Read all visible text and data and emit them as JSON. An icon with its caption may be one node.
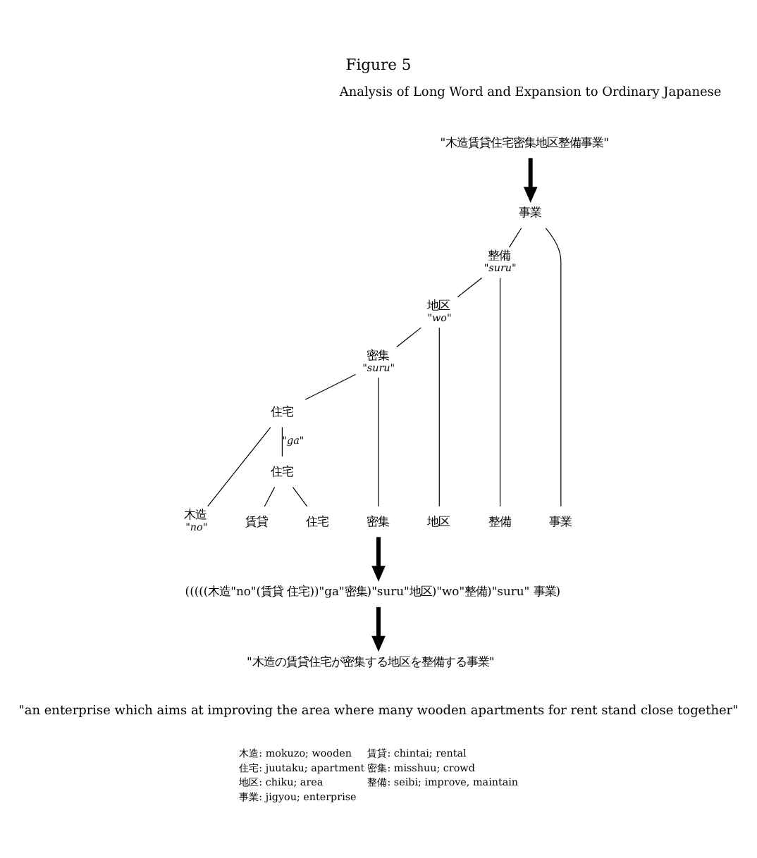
{
  "diagram": {
    "title": "Figure 5",
    "nodes": [
      {
        "text": [
          "\"木造賃貸住宅密集地区整備事業\""
        ]
      },
      {
        "text": [
          "事業"
        ]
      },
      {
        "text": [
          "整備"
        ],
        "beside": [
          "\"suru\""
        ]
      },
      {
        "text": [
          "地区"
        ],
        "beside": [
          "\"wo\""
        ]
      },
      {
        "text": [
          "密集"
        ],
        "beside": [
          "\"suru\""
        ]
      },
      {
        "text": [
          "住宅"
        ]
      },
      {
        "text": [
          "住宅"
        ]
      },
      {
        "text": [
          "木造"
        ],
        "beside": [
          "\"no\""
        ]
      },
      {
        "text": [
          "賃貸"
        ]
      },
      {
        "text": [
          "住宅"
        ]
      },
      {
        "text": [
          "密集"
        ]
      },
      {
        "text": [
          "地区"
        ]
      },
      {
        "text": [
          "整備"
        ]
      },
      {
        "text": [
          "事業"
        ]
      },
      {
        "text": [
          "(((((木造\"no\"(賃貸 住宅))\"ga\"密集)\"suru\"地区)\"wo\"整備)\"suru\" 事業)"
        ]
      },
      {
        "text": [
          "\"木造の賃貸住宅が密集する地区を整備する事業\""
        ]
      }
    ],
    "edges": [
      {
        "from": 0,
        "to": 1,
        "arrow": "to",
        "style": "thick"
      },
      {
        "from": 1,
        "to": 2,
        "arrow": "none"
      },
      {
        "from": 1,
        "to": 13,
        "arrow": "none"
      },
      {
        "from": 2,
        "to": 3,
        "arrow": "none"
      },
      {
        "from": 2,
        "to": 12,
        "arrow": "none"
      },
      {
        "from": 3,
        "to": 4,
        "arrow": "none"
      },
      {
        "from": 3,
        "to": 11,
        "arrow": "none"
      },
      {
        "from": 4,
        "to": 5,
        "arrow": "none"
      },
      {
        "from": 4,
        "to": 10,
        "arrow": "none"
      },
      {
        "from": 5,
        "to": 7,
        "arrow": "none"
      },
      {
        "from": 5,
        "to": 6,
        "arrow": "none",
        "label": "\"ga\""
      },
      {
        "from": 6,
        "to": 8,
        "arrow": "none"
      },
      {
        "from": 6,
        "to": 9,
        "arrow": "none"
      },
      {
        "from": 10,
        "to": 14,
        "arrow": "to",
        "style": "thick"
      },
      {
        "from": 14,
        "to": 15,
        "arrow": "to",
        "style": "thick"
      }
    ],
    "labels": [
      "Analysis of Long Word and Expansion to Ordinary Japanese",
      "\"an enterprise which aims at improving the area where many wooden apartments for rent stand close together\"",
      "木造: mokuzo; wooden",
      "賃貸: chintai; rental",
      "住宅: juutaku; apartment",
      "密集: misshuu; crowd",
      "地区: chiku; area",
      "整備: seibi; improve, maintain",
      "事業: jigyou; enterprise"
    ]
  }
}
